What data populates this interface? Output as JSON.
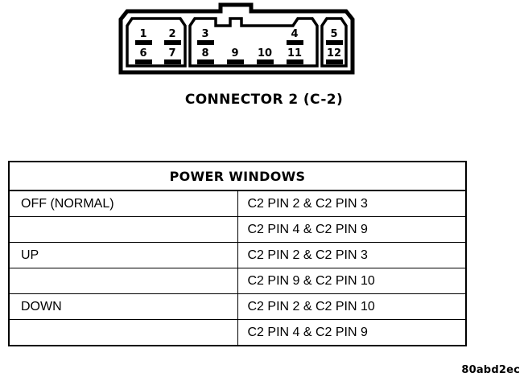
{
  "connector": {
    "caption": "CONNECTOR 2 (C-2)",
    "chambers": [
      {
        "name": "left-chamber",
        "top_pins": [
          "1",
          "2"
        ],
        "bottom_pins": [
          "6",
          "7"
        ]
      },
      {
        "name": "center-chamber",
        "top_pins": [
          "3",
          "4"
        ],
        "bottom_pins": [
          "8",
          "9",
          "10",
          "11"
        ]
      },
      {
        "name": "right-chamber",
        "top_pins": [
          "5"
        ],
        "bottom_pins": [
          "12"
        ]
      }
    ],
    "pin_numbers": [
      "1",
      "2",
      "3",
      "4",
      "5",
      "6",
      "7",
      "8",
      "9",
      "10",
      "11",
      "12"
    ],
    "outline_color": "#000000",
    "slot_color": "#000000",
    "body_color": "#ffffff"
  },
  "table": {
    "title": "POWER WINDOWS",
    "rows": [
      {
        "label": "OFF (NORMAL)",
        "value": "C2 PIN 2 & C2 PIN 3",
        "group_end": false
      },
      {
        "label": "",
        "value": "C2 PIN 4 & C2 PIN 9",
        "group_end": true
      },
      {
        "label": "UP",
        "value": "C2 PIN 2 & C2 PIN 3",
        "group_end": false
      },
      {
        "label": "",
        "value": "C2 PIN 9 & C2 PIN 10",
        "group_end": true
      },
      {
        "label": "DOWN",
        "value": "C2 PIN 2 & C2 PIN 10",
        "group_end": false
      },
      {
        "label": "",
        "value": "C2 PIN 4 & C2 PIN 9",
        "group_end": true
      }
    ]
  },
  "footer": {
    "code": "80abd2ec"
  }
}
